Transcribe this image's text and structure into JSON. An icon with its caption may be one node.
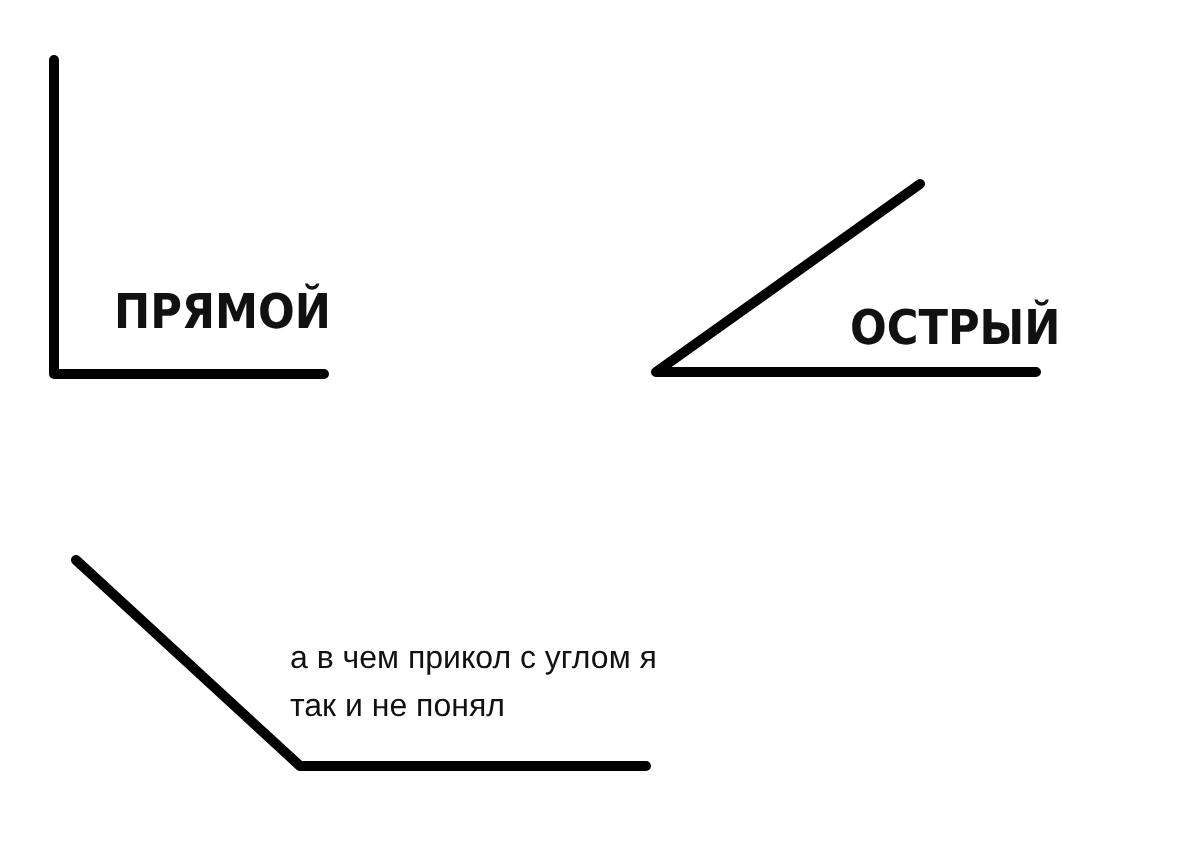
{
  "diagram": {
    "labels": [
      "ПРЯМОЙ",
      "ОСТРЫЙ",
      "а в чем прикол с углом я так и не понял"
    ]
  }
}
